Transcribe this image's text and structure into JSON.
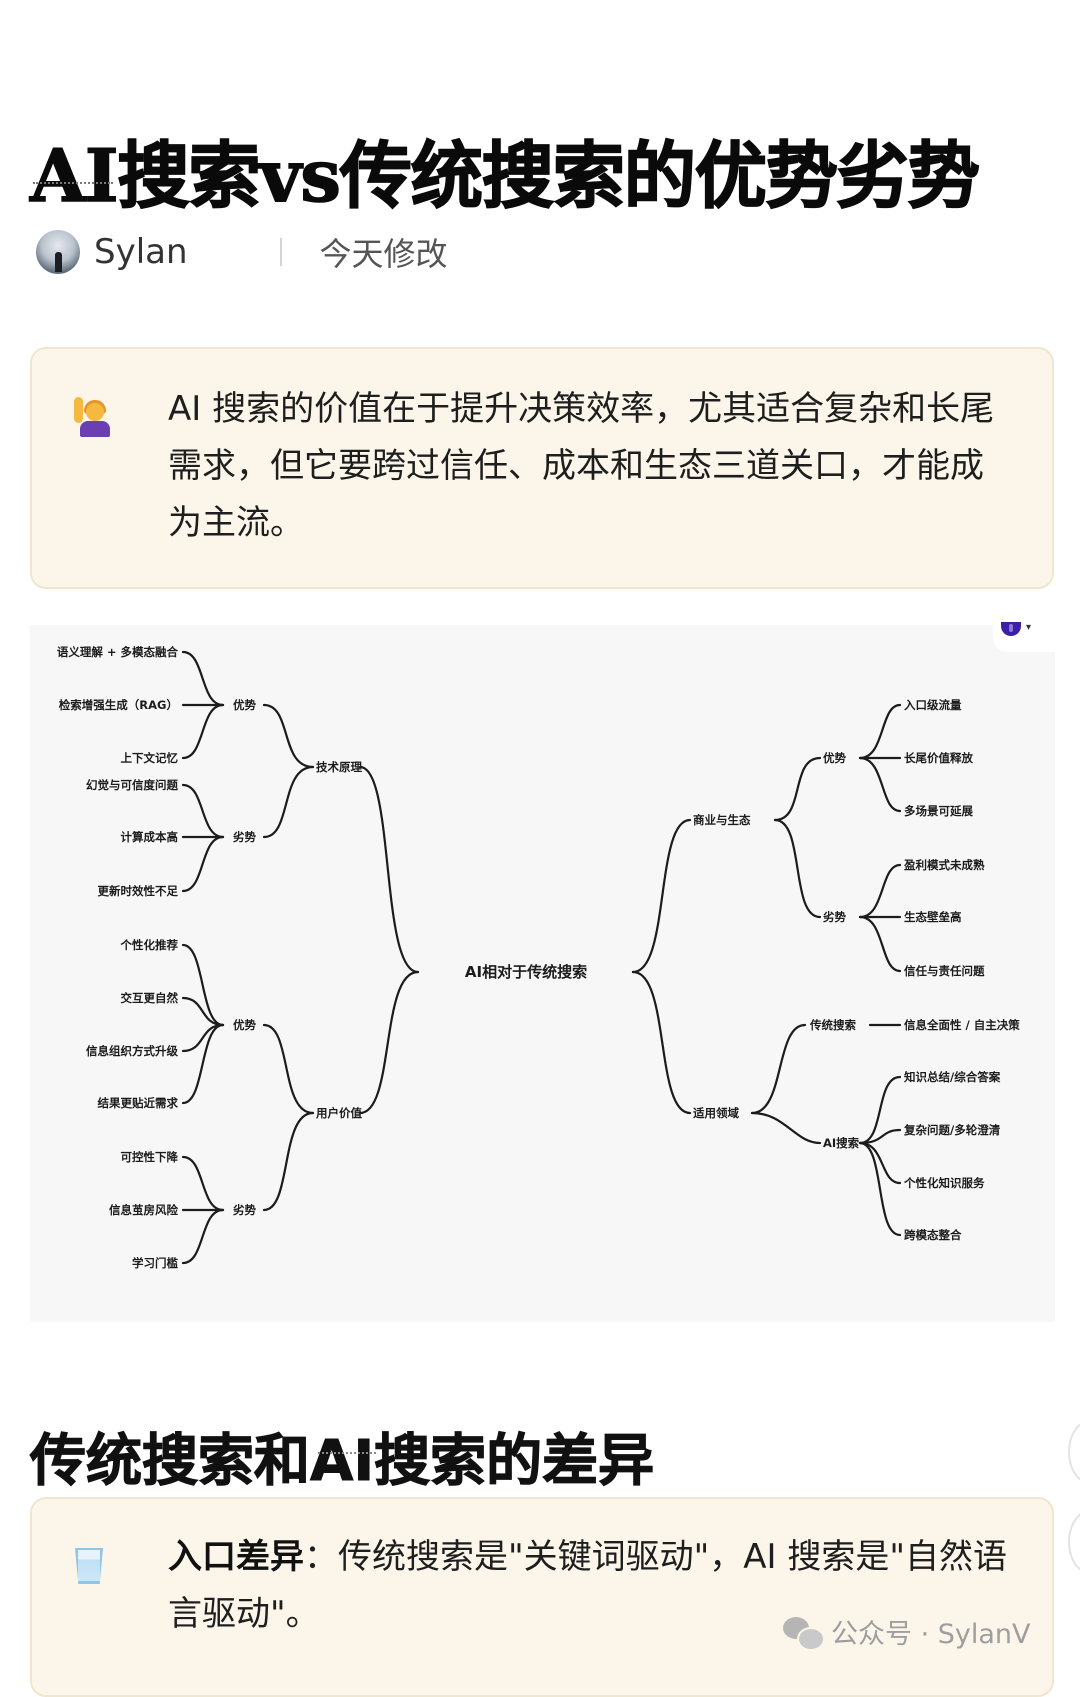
{
  "article": {
    "title": "AI搜索vs传统搜索的优势劣势",
    "author": "Sylan",
    "modified_label": "今天修改"
  },
  "callout_summary": {
    "icon": "person-raising-hand-icon",
    "text": "AI 搜索的价值在于提升决策效率，尤其适合复杂和长尾需求，但它要跨过信任、成本和生态三道关口，才能成为主流。"
  },
  "mindmap": {
    "center": "AI相对于传统搜索",
    "left": [
      {
        "label": "技术原理",
        "groups": [
          {
            "label": "优势",
            "items": [
              "语义理解 + 多模态融合",
              "检索增强生成（RAG）",
              "上下文记忆"
            ]
          },
          {
            "label": "劣势",
            "items": [
              "幻觉与可信度问题",
              "计算成本高",
              "更新时效性不足"
            ]
          }
        ]
      },
      {
        "label": "用户价值",
        "groups": [
          {
            "label": "优势",
            "items": [
              "个性化推荐",
              "交互更自然",
              "信息组织方式升级",
              "结果更贴近需求"
            ]
          },
          {
            "label": "劣势",
            "items": [
              "可控性下降",
              "信息茧房风险",
              "学习门槛"
            ]
          }
        ]
      }
    ],
    "right": [
      {
        "label": "商业与生态",
        "groups": [
          {
            "label": "优势",
            "items": [
              "入口级流量",
              "长尾价值释放",
              "多场景可延展"
            ]
          },
          {
            "label": "劣势",
            "items": [
              "盈利模式未成熟",
              "生态壁垒高",
              "信任与责任问题"
            ]
          }
        ]
      },
      {
        "label": "适用领域",
        "groups": [
          {
            "label": "传统搜索",
            "items": [
              "信息全面性 / 自主决策"
            ]
          },
          {
            "label": "AI搜索",
            "items": [
              "知识总结/综合答案",
              "复杂问题/多轮澄清",
              "个性化知识服务",
              "跨模态整合"
            ]
          }
        ]
      }
    ]
  },
  "section": {
    "heading": "传统搜索和AI搜索的差异"
  },
  "callout_diff": {
    "icon": "glass-of-water-icon",
    "label": "入口差异",
    "separator": "：",
    "text": "传统搜索是\"关键词驱动\"，AI 搜索是\"自然语言驱动\"。"
  },
  "watermark": {
    "icon": "wechat-icon",
    "text": "公众号 · SylanV"
  },
  "colors": {
    "callout_bg": "#fbf6e9",
    "callout_border": "#efe6cf",
    "mindmap_bg": "#f7f7f8",
    "line": "#1c1c1c",
    "toolbar_logo": "#3b1fa6"
  }
}
